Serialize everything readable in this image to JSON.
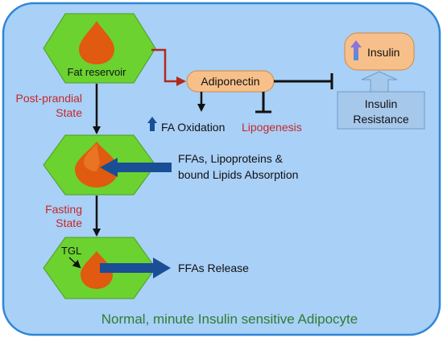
{
  "diagram": {
    "footer_title": "Normal, minute Insulin sensitive Adipocyte",
    "nodes": {
      "fat_reservoir": "Fat reservoir",
      "adiponectin": "Adiponectin",
      "insulin": "Insulin",
      "insulin_resistance_line1": "Insulin",
      "insulin_resistance_line2": "Resistance",
      "fa_oxidation": "FA Oxidation",
      "lipogenesis": "Lipogenesis",
      "absorption_line1": "FFAs, Lipoproteins &",
      "absorption_line2": "bound Lipids Absorption",
      "tgl": "TGL",
      "ffas_release": "FFAs Release"
    },
    "states": {
      "post_prandial_line1": "Post-prandial",
      "post_prandial_line2": "State",
      "fasting_line1": "Fasting",
      "fasting_line2": "State"
    },
    "colors": {
      "background_fill": "#a9d0f7",
      "background_border": "#2e86d6",
      "hexagon_fill": "#6bd230",
      "droplet_fill": "#e05a10",
      "droplet_highlight": "#f08a30",
      "adiponectin_fill": "#f7c08a",
      "insulin_fill": "#f7c08a",
      "insulin_resistance_fill": "#a6c8ea",
      "red_text": "#c62828",
      "dark_red_arrow": "#b22a1a",
      "blue_arrow": "#1a4f96",
      "footer_text": "#2e7d32"
    },
    "icons": [
      "up-arrow-icon",
      "droplet-icon",
      "inhibition-bar-icon"
    ]
  }
}
